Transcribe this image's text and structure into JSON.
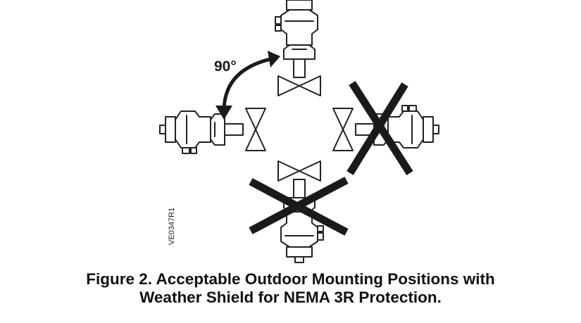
{
  "figure": {
    "rotation_label": "90°",
    "drawing_code": "VE0347R1",
    "caption_line1": "Figure 2.  Acceptable Outdoor Mounting Positions with",
    "caption_line2": "Weather Shield for NEMA 3R Protection."
  }
}
